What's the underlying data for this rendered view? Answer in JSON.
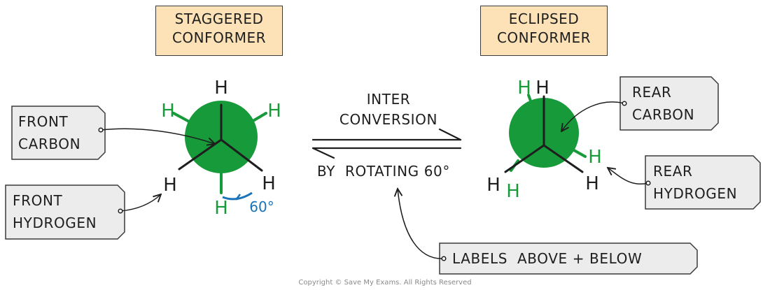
{
  "titles": {
    "staggered": [
      "STAGGERED",
      "CONFORMER"
    ],
    "eclipsed": [
      "ECLIPSED",
      "CONFORMER"
    ]
  },
  "tags": {
    "front_carbon": [
      "FRONT",
      "CARBON"
    ],
    "front_hydrogen": [
      "FRONT",
      "HYDROGEN"
    ],
    "rear_carbon": [
      "REAR",
      "CARBON"
    ],
    "rear_hydrogen": [
      "REAR",
      "HYDROGEN"
    ],
    "labels_note": "LABELS  ABOVE + BELOW"
  },
  "equilibrium": {
    "top": [
      "INTER",
      "CONVERSION"
    ],
    "bottom": "BY  ROTATING 60°"
  },
  "angle_label": "60°",
  "atom_label": "H",
  "colors": {
    "carbon": "#169a3a",
    "hydrogen_green": "#169a3a",
    "angle_blue": "#1a73b8",
    "title_fill": "#fde2b8",
    "tag_fill": "#ececec",
    "ink": "#1e1e1e"
  },
  "copyright": "Copyright © Save My Exams. All Rights Reserved"
}
